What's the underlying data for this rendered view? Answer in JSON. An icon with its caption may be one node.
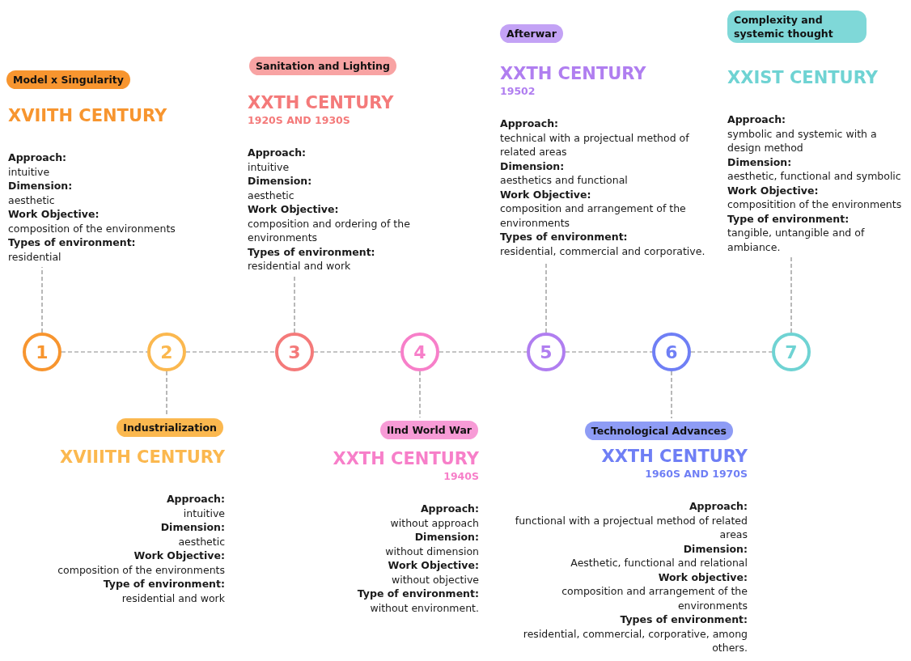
{
  "diagram": {
    "nodes": [
      {
        "text": [
          "1"
        ]
      },
      {
        "text": [
          "2"
        ]
      },
      {
        "text": [
          "3"
        ]
      },
      {
        "text": [
          "4"
        ]
      },
      {
        "text": [
          "5"
        ]
      },
      {
        "text": [
          "6"
        ]
      },
      {
        "text": [
          "7"
        ]
      },
      {
        "text": [
          "Model x Singularity"
        ]
      },
      {
        "text": [
          "Industrialization"
        ]
      },
      {
        "text": [
          "Sanitation and Lighting"
        ]
      },
      {
        "text": [
          "IInd World War"
        ]
      },
      {
        "text": [
          "Afterwar"
        ]
      },
      {
        "text": [
          "Technological Advances"
        ]
      },
      {
        "text": [
          "Complexity and systemic thought"
        ]
      },
      {
        "text": [
          "XVIITH CENTURY",
          "Approach:",
          "intuitive",
          "Dimension:",
          "aesthetic",
          "Work Objective:",
          "composition of the environments",
          "Types of environment:",
          "residential"
        ]
      },
      {
        "text": [
          "XVIIITH CENTURY",
          "Approach:",
          "intuitive",
          "Dimension:",
          "aesthetic",
          "Work Objective:",
          "composition of the environments",
          "Type of environment:",
          "residential and work"
        ]
      },
      {
        "text": [
          "XXTH CENTURY",
          "1920S AND 1930S",
          "Approach:",
          "intuitive",
          "Dimension:",
          "aesthetic",
          "Work Objective:",
          "composition and ordering of the environments",
          "Types of environment:",
          "residential and work"
        ]
      },
      {
        "text": [
          "XXTH CENTURY",
          "1940S",
          "Approach:",
          "without approach",
          "Dimension:",
          "without dimension",
          "Work Objective:",
          "without objective",
          "Type of environment:",
          "without environment."
        ]
      },
      {
        "text": [
          "XXTH CENTURY",
          "19502",
          "Approach:",
          "technical with a projectual method of related areas",
          "Dimension:",
          "aesthetics and functional",
          "Work Objective:",
          "composition and arrangement of the environments",
          "Types of environment:",
          "residential, commercial and corporative."
        ]
      },
      {
        "text": [
          "XXTH CENTURY",
          "1960S AND 1970S",
          "Approach:",
          "functional with a projectual method of related areas",
          "Dimension:",
          "Aesthetic, functional and relational",
          "Work objective:",
          "composition and arrangement of the environments",
          "Types of environment:",
          "residential, commercial, corporative, among others."
        ]
      },
      {
        "text": [
          "XXIST CENTURY",
          "Approach:",
          "symbolic and systemic with a design method",
          "Dimension:",
          "aesthetic, functional and symbolic",
          "Work Objective:",
          "compositition of the environments",
          "Type of environment:",
          "tangible, untangible and of ambiance."
        ]
      }
    ],
    "edges": [
      {
        "from": 0,
        "to": 1,
        "arrow": "none",
        "style": "dashed"
      },
      {
        "from": 1,
        "to": 2,
        "arrow": "none",
        "style": "dashed"
      },
      {
        "from": 2,
        "to": 3,
        "arrow": "none",
        "style": "dashed"
      },
      {
        "from": 3,
        "to": 4,
        "arrow": "none",
        "style": "dashed"
      },
      {
        "from": 4,
        "to": 5,
        "arrow": "none",
        "style": "dashed"
      },
      {
        "from": 5,
        "to": 6,
        "arrow": "none",
        "style": "dashed"
      },
      {
        "from": 0,
        "to": 14,
        "arrow": "none",
        "style": "dashed"
      },
      {
        "from": 1,
        "to": 8,
        "arrow": "none",
        "style": "dashed"
      },
      {
        "from": 2,
        "to": 16,
        "arrow": "none",
        "style": "dashed"
      },
      {
        "from": 3,
        "to": 10,
        "arrow": "none",
        "style": "dashed"
      },
      {
        "from": 4,
        "to": 18,
        "arrow": "none",
        "style": "dashed"
      },
      {
        "from": 5,
        "to": 12,
        "arrow": "none",
        "style": "dashed"
      },
      {
        "from": 6,
        "to": 20,
        "arrow": "none",
        "style": "dashed"
      }
    ]
  }
}
